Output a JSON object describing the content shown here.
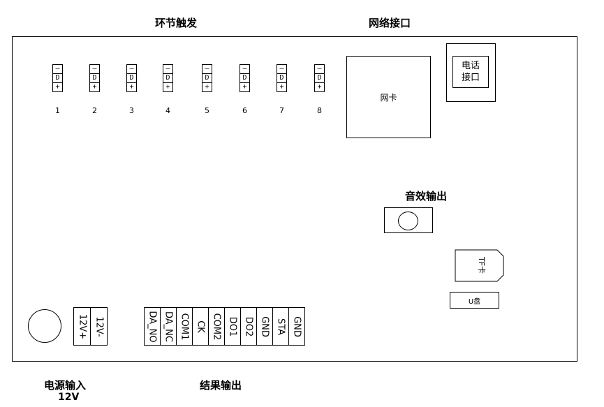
{
  "titles": {
    "trigger": "环节触发",
    "network": "网络接口",
    "audio": "音效输出",
    "power": "电源输入",
    "power_voltage": "12V",
    "result": "结果输出"
  },
  "triggers": {
    "pins": [
      "–",
      "D",
      "+"
    ],
    "numbers": [
      "1",
      "2",
      "3",
      "4",
      "5",
      "6",
      "7",
      "8"
    ]
  },
  "network_card": "网卡",
  "phone_port": {
    "line1": "电话",
    "line2": "接口"
  },
  "tf_card": "TF卡",
  "usb": "U盘",
  "power_terminals": [
    "12V+",
    "12V-"
  ],
  "output_terminals": [
    "DA_NO",
    "DA_NC",
    "COM1",
    "CK",
    "COM2",
    "DO1",
    "DO2",
    "GND",
    "STA",
    "GND"
  ]
}
